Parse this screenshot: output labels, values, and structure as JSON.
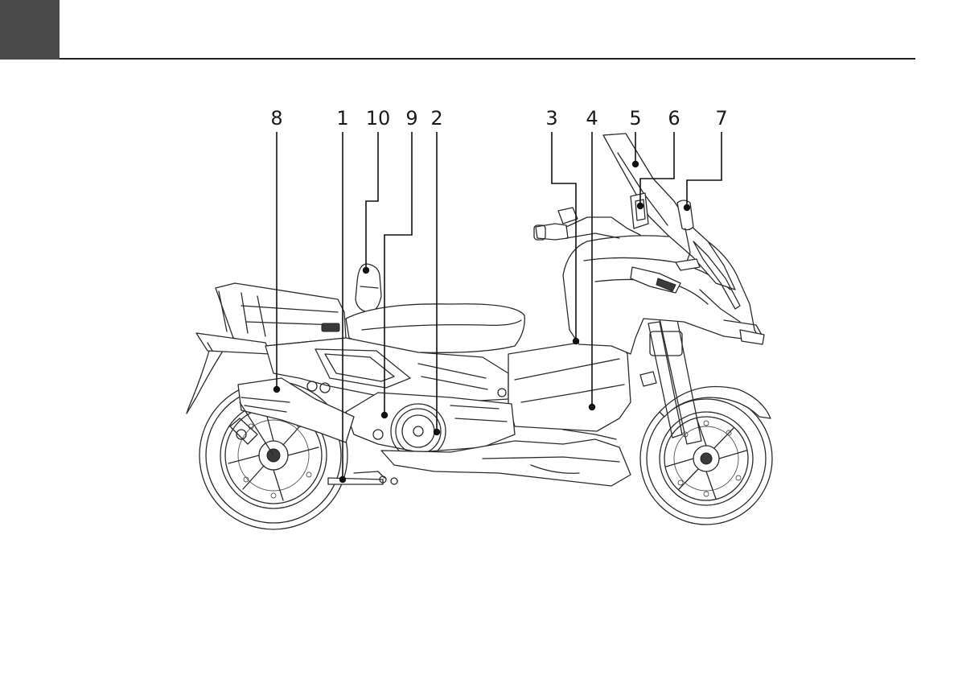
{
  "callouts": [
    {
      "id": "8",
      "label": "8"
    },
    {
      "id": "1",
      "label": "1"
    },
    {
      "id": "10",
      "label": "10"
    },
    {
      "id": "9",
      "label": "9"
    },
    {
      "id": "2",
      "label": "2"
    },
    {
      "id": "3",
      "label": "3"
    },
    {
      "id": "4",
      "label": "4"
    },
    {
      "id": "5",
      "label": "5"
    },
    {
      "id": "6",
      "label": "6"
    },
    {
      "id": "7",
      "label": "7"
    }
  ],
  "colors": {
    "corner_block": "#4a4a4a",
    "line_art": "#2b2b2b"
  }
}
